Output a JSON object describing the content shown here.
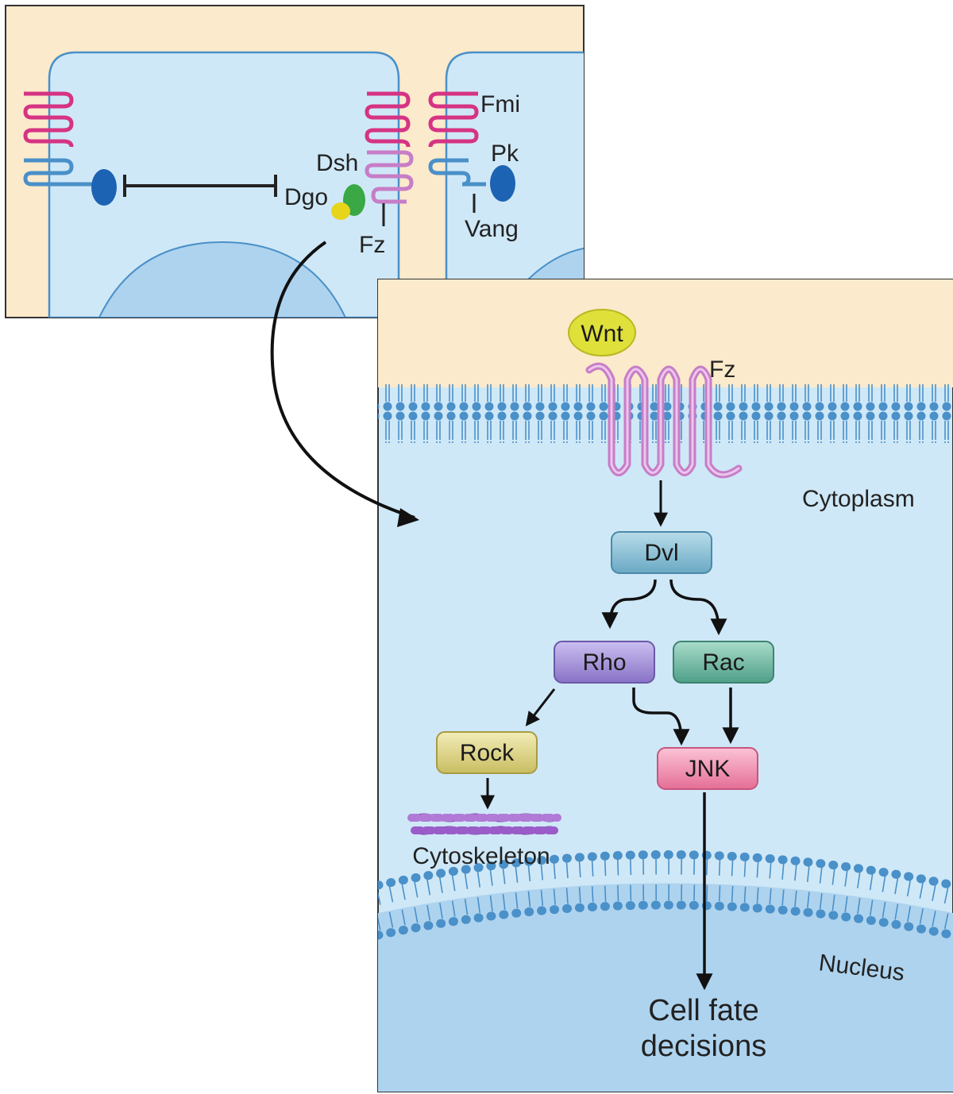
{
  "top_panel": {
    "labels": {
      "fmi": "Fmi",
      "pk": "Pk",
      "dsh": "Dsh",
      "dgo": "Dgo",
      "fz": "Fz",
      "vang": "Vang"
    }
  },
  "detail_panel": {
    "wnt": "Wnt",
    "fz": "Fz",
    "cytoplasm": "Cytoplasm",
    "nucleus": "Nucleus",
    "cytoskeleton": "Cytoskeleton",
    "outcome_line1": "Cell fate",
    "outcome_line2": "decisions",
    "nodes": {
      "dvl": "Dvl",
      "rho": "Rho",
      "rac": "Rac",
      "rock": "Rock",
      "jnk": "JNK"
    }
  },
  "colors": {
    "extracellular": "#fbeacb",
    "cytoplasm": "#cfe8f7",
    "nucleus": "#aed3ee",
    "membrane": "#4a90c9",
    "fmi": "#d63384",
    "receptor": "#c77dc7",
    "pk": "#1c63b3",
    "dsh": "#3aa845",
    "dgo": "#e7d51c",
    "wnt": "#dfe03a",
    "dvl": "#7ab6cf",
    "rho": "#9a86d2",
    "rac": "#5fae98",
    "rock": "#d8cf7c",
    "jnk": "#ee86a8"
  }
}
